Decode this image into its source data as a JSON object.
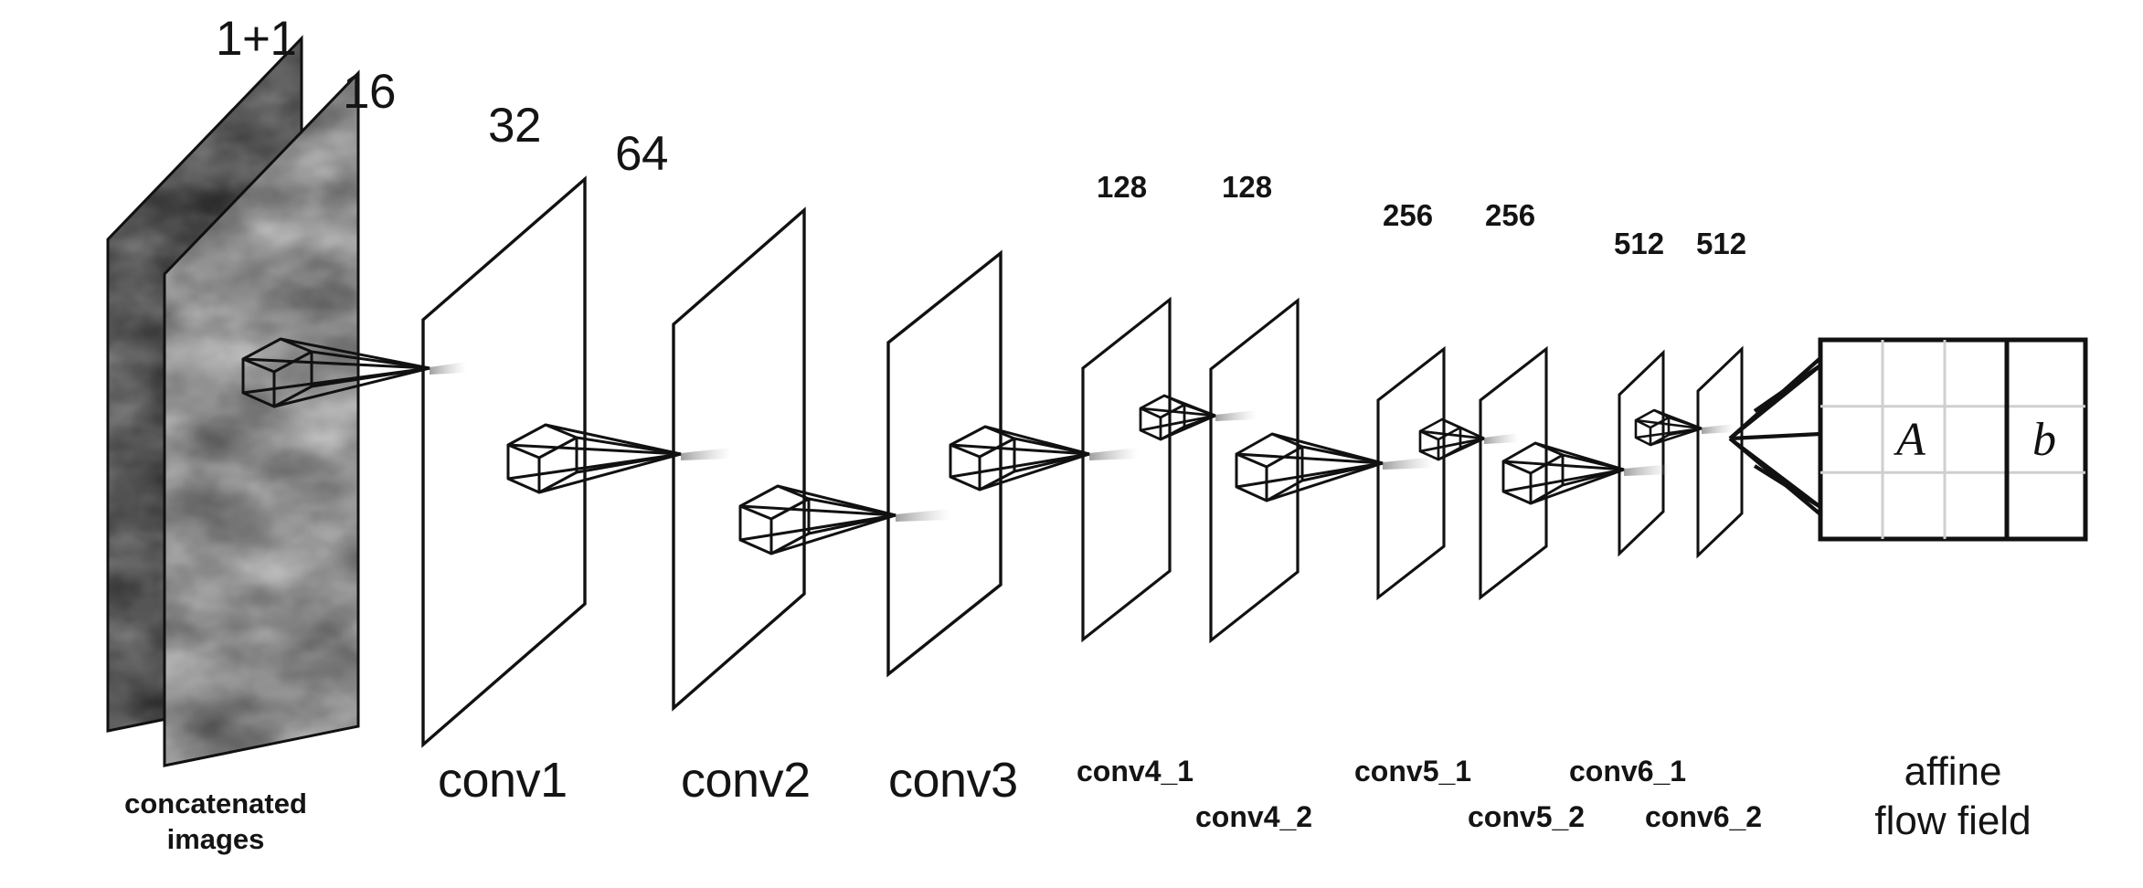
{
  "diagram": {
    "title": "CNN affine registration network architecture",
    "input": {
      "channel_label": "1+1",
      "caption_line1": "concatenated",
      "caption_line2": "images",
      "plane_count": 2,
      "icon": "stacked-image-planes-icon"
    },
    "layers": [
      {
        "id": "conv1",
        "channels": "16",
        "name": "conv1",
        "name_row": 0,
        "chan_style": "large"
      },
      {
        "id": "conv2",
        "channels": "32",
        "name": "conv2",
        "name_row": 0,
        "chan_style": "large"
      },
      {
        "id": "conv3",
        "channels": "64",
        "name": "conv3",
        "name_row": 0,
        "chan_style": "large"
      },
      {
        "id": "conv4_1",
        "channels": "128",
        "name": "conv4_1",
        "name_row": 0,
        "chan_style": "small"
      },
      {
        "id": "conv4_2",
        "channels": "128",
        "name": "conv4_2",
        "name_row": 1,
        "chan_style": "small"
      },
      {
        "id": "conv5_1",
        "channels": "256",
        "name": "conv5_1",
        "name_row": 0,
        "chan_style": "small"
      },
      {
        "id": "conv5_2",
        "channels": "256",
        "name": "conv5_2",
        "name_row": 1,
        "chan_style": "small"
      },
      {
        "id": "conv6_1",
        "channels": "512",
        "name": "conv6_1",
        "name_row": 0,
        "chan_style": "small"
      },
      {
        "id": "conv6_2",
        "channels": "512",
        "name": "conv6_2",
        "name_row": 1,
        "chan_style": "small"
      }
    ],
    "output": {
      "matrix_label_A": "A",
      "matrix_label_b": "b",
      "caption_line1": "affine",
      "caption_line2": "flow field",
      "rows": 3,
      "cols_A": 3,
      "cols_b": 1
    },
    "colors": {
      "stroke": "#111111",
      "grid_line": "#cfcfcf",
      "ray": "#b8b8b8",
      "background": "#ffffff",
      "text": "#141414"
    }
  }
}
